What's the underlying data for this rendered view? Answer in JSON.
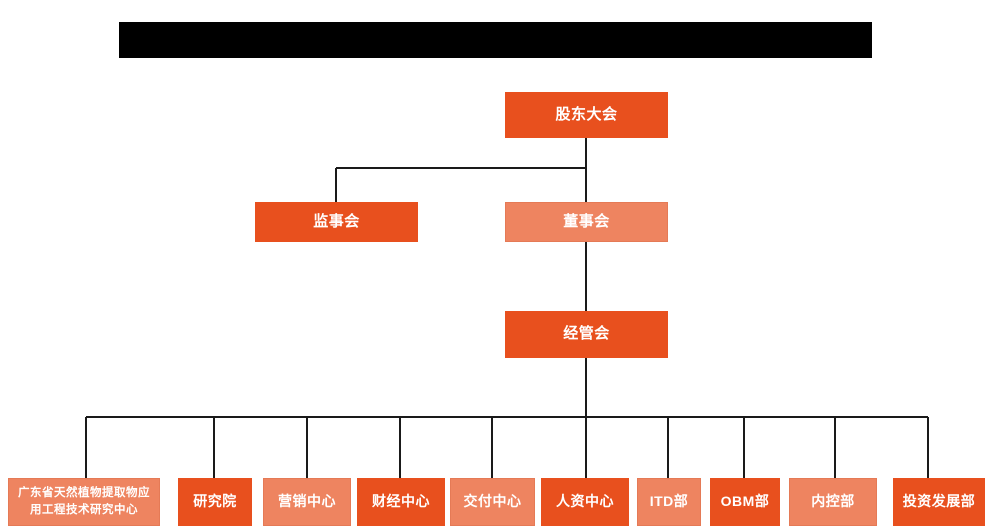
{
  "diagram": {
    "type": "org-chart",
    "title_bar": {
      "redacted": true,
      "label": ""
    },
    "background_color": "#ffffff",
    "colors": {
      "deep_orange": "#e8501e",
      "light_salmon": "#ee8460",
      "connector": "#1a1a1a",
      "text": "#ffffff",
      "redaction": "#000000"
    },
    "nodes": {
      "shareholders_meeting": {
        "label": "股东大会",
        "shade": "deep"
      },
      "supervisory_board": {
        "label": "监事会",
        "shade": "deep"
      },
      "board_of_directors": {
        "label": "董事会",
        "shade": "light"
      },
      "management_committee": {
        "label": "经管会",
        "shade": "deep"
      }
    },
    "departments": [
      {
        "label": "广东省天然植物提取物应\n用工程技术研究中心",
        "line1": "广东省天然植物提取物应",
        "line2": "用工程技术研究中心",
        "shade": "light",
        "multiline": true
      },
      {
        "label": "研究院",
        "shade": "deep",
        "multiline": false
      },
      {
        "label": "营销中心",
        "shade": "light",
        "multiline": false
      },
      {
        "label": "财经中心",
        "shade": "deep",
        "multiline": false
      },
      {
        "label": "交付中心",
        "shade": "light",
        "multiline": false
      },
      {
        "label": "人资中心",
        "shade": "deep",
        "multiline": false
      },
      {
        "label": "ITD部",
        "shade": "light",
        "multiline": false
      },
      {
        "label": "OBM部",
        "shade": "deep",
        "multiline": false
      },
      {
        "label": "内控部",
        "shade": "light",
        "multiline": false
      },
      {
        "label": "投资发展部",
        "shade": "deep",
        "multiline": false
      }
    ]
  }
}
